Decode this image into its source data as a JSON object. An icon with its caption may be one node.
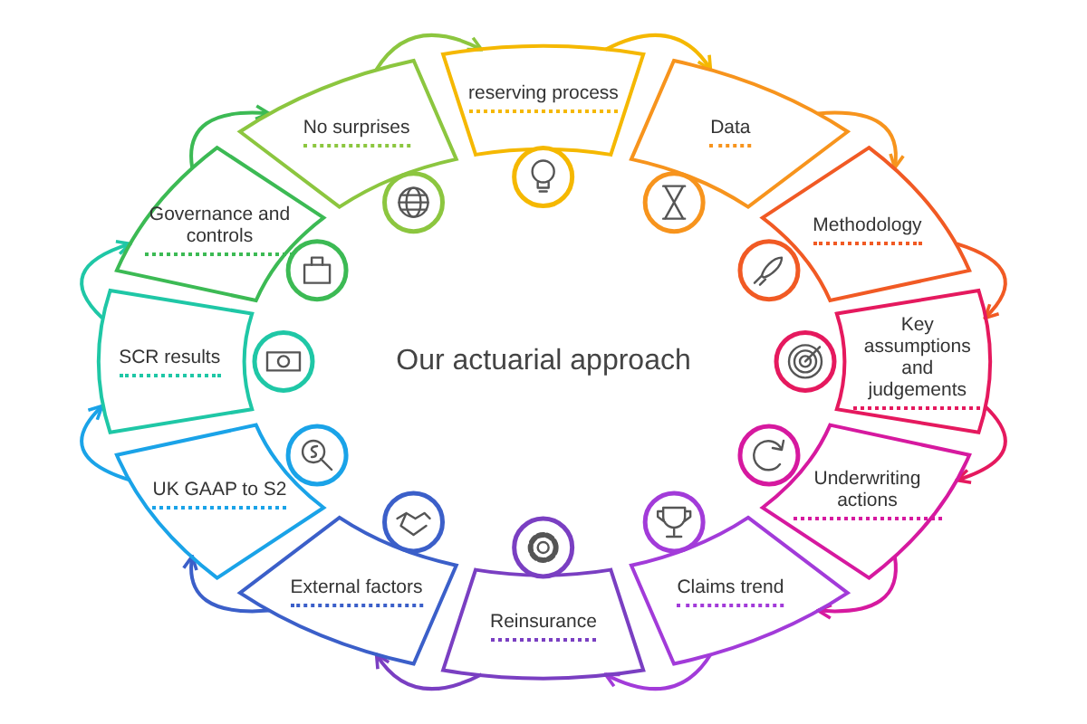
{
  "diagram": {
    "nodes": [
      {
        "text": [
          "reserving process"
        ]
      },
      {
        "text": [
          "Data"
        ]
      },
      {
        "text": [
          "Methodology"
        ]
      },
      {
        "text": [
          "Key assumptions and judgements"
        ]
      },
      {
        "text": [
          "Underwriting actions"
        ]
      },
      {
        "text": [
          "Claims trend"
        ]
      },
      {
        "text": [
          "Reinsurance"
        ]
      },
      {
        "text": [
          "External factors"
        ]
      },
      {
        "text": [
          "UK GAAP to S2"
        ]
      },
      {
        "text": [
          "SCR results"
        ]
      },
      {
        "text": [
          "Governance and controls"
        ]
      },
      {
        "text": [
          "No surprises"
        ]
      }
    ],
    "edges": [
      {
        "from": 0,
        "to": 1,
        "arrow": "to",
        "color": "#f5b800"
      },
      {
        "from": 1,
        "to": 2,
        "arrow": "to",
        "color": "#f7941d"
      },
      {
        "from": 2,
        "to": 3,
        "arrow": "to",
        "color": "#f15a24"
      },
      {
        "from": 3,
        "to": 4,
        "arrow": "to",
        "color": "#e5195e"
      },
      {
        "from": 4,
        "to": 5,
        "arrow": "to",
        "color": "#d6199f"
      },
      {
        "from": 5,
        "to": 6,
        "arrow": "to",
        "color": "#a23bd9"
      },
      {
        "from": 6,
        "to": 7,
        "arrow": "to",
        "color": "#7a3fc2"
      },
      {
        "from": 7,
        "to": 8,
        "arrow": "to",
        "color": "#3b5fc9"
      },
      {
        "from": 8,
        "to": 9,
        "arrow": "to",
        "color": "#1aa3e8"
      },
      {
        "from": 9,
        "to": 10,
        "arrow": "to",
        "color": "#1fc7a6"
      },
      {
        "from": 10,
        "to": 11,
        "arrow": "to",
        "color": "#3cba54"
      },
      {
        "from": 11,
        "to": 0,
        "arrow": "to",
        "color": "#8cc63f"
      }
    ],
    "labels": [
      "Our actuarial approach"
    ]
  }
}
